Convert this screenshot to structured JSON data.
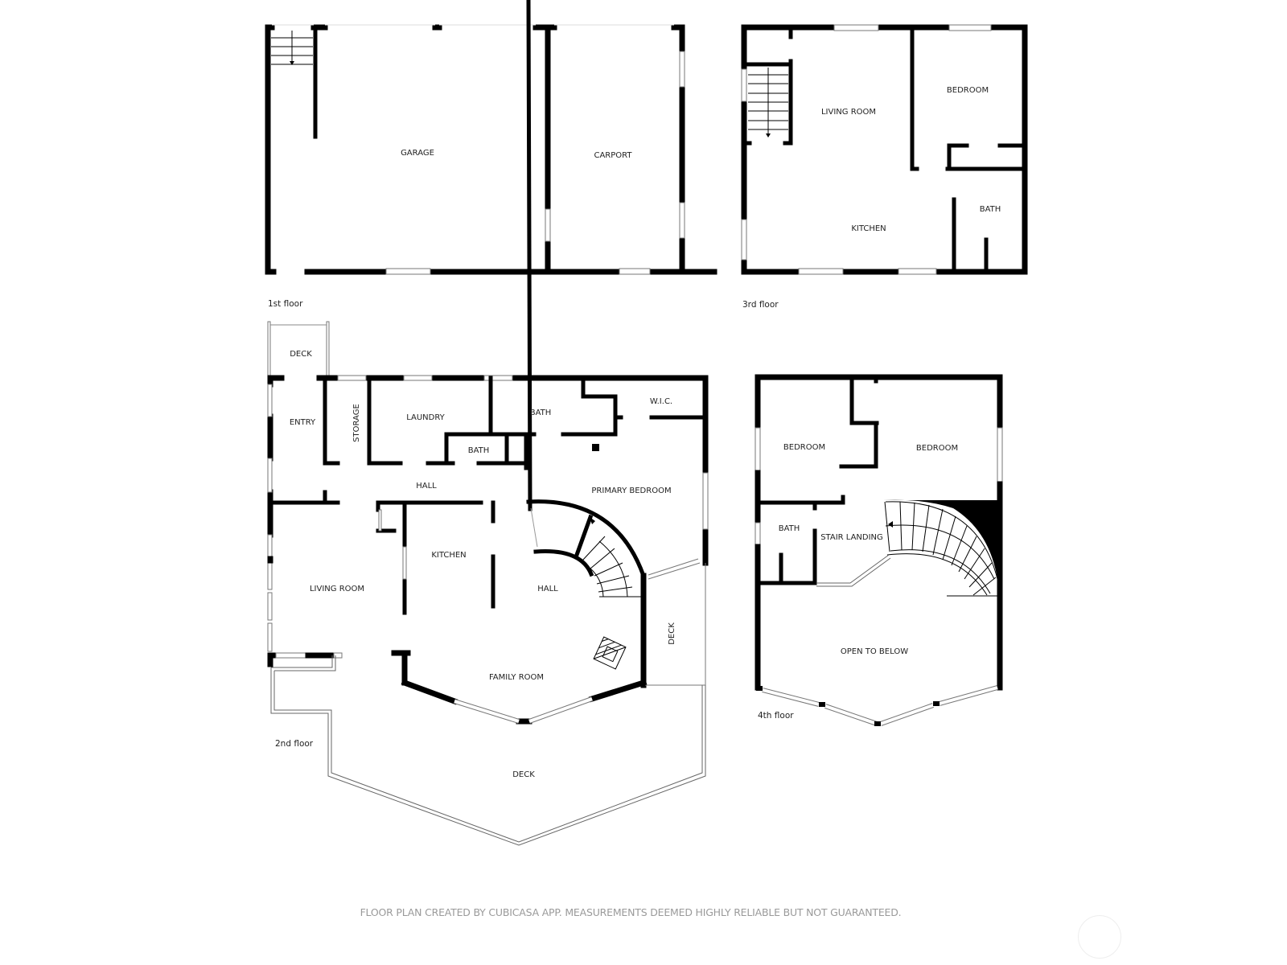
{
  "floors": [
    {
      "id": "first",
      "label": "1st floor",
      "rooms": [
        "GARAGE",
        "CARPORT"
      ]
    },
    {
      "id": "third",
      "label": "3rd floor",
      "rooms": [
        "LIVING ROOM",
        "BEDROOM",
        "BATH",
        "KITCHEN"
      ]
    },
    {
      "id": "second",
      "label": "2nd floor",
      "rooms": [
        "DECK",
        "ENTRY",
        "STORAGE",
        "LAUNDRY",
        "BATH",
        "W.I.C.",
        "BATH",
        "HALL",
        "PRIMARY BEDROOM",
        "KITCHEN",
        "LIVING ROOM",
        "HALL",
        "DECK",
        "FAMILY ROOM",
        "DECK"
      ]
    },
    {
      "id": "fourth",
      "label": "4th floor",
      "rooms": [
        "BEDROOM",
        "BEDROOM",
        "BATH",
        "STAIR LANDING",
        "OPEN TO BELOW"
      ]
    }
  ],
  "footer": {
    "disclaimer": "FLOOR PLAN CREATED BY CUBICASA APP. MEASUREMENTS DEEMED HIGHLY RELIABLE BUT NOT GUARANTEED."
  },
  "colors": {
    "wall": "#000000",
    "background": "#ffffff",
    "text": "#222222",
    "footer_text": "#9a9a9a"
  }
}
